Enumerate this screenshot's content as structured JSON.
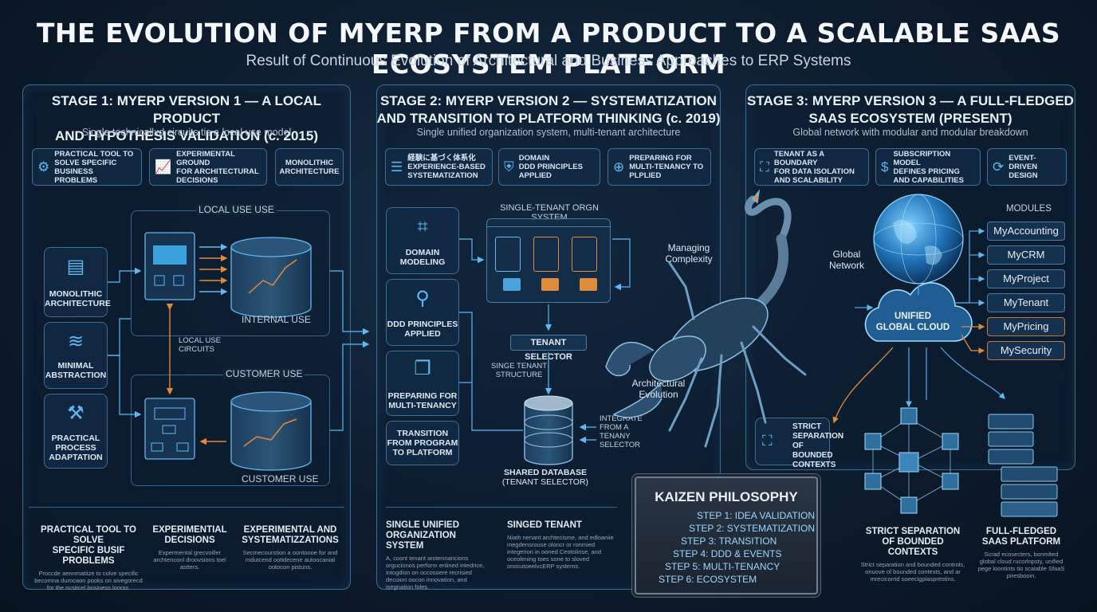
{
  "header": {
    "title": "THE EVOLUTION OF MYERP FROM A PRODUCT TO A SCALABLE SAAS ECOSYSTEM PLATFORM",
    "subtitle": "Result of Continuous Evolution of Architectural and Business Approaches to ERP Systems"
  },
  "stage1": {
    "title_line1": "STAGE 1: MYERP VERSION 1 — A LOCAL PRODUCT",
    "title_line2": "AND HYPOTHESIS VALIDATION (c. 2015)",
    "description": "Single technicallxd circuits tis a local use model",
    "chips": [
      {
        "icon": "gear-hand-icon",
        "line1": "PRACTICAL TOOL TO",
        "line2": "SOLVE SPECIFIC",
        "line3": "BUSINESS PROBLEMS"
      },
      {
        "icon": "chart-board-icon",
        "line1": "EXPERIMENTAL GROUND",
        "line2": "FOR ARCHITECTURAL",
        "line3": "DECISIONS"
      },
      {
        "icon": "",
        "line1": "MONOLITHIC",
        "line2": "ARCHITECTURE",
        "line3": ""
      }
    ],
    "side_boxes": [
      {
        "line1": "MONOLITHIC",
        "line2": "ARCHITECTURE"
      },
      {
        "line1": "MINIMAL",
        "line2": "ABSTRACTION"
      },
      {
        "line1": "PRACTICAL",
        "line2": "PROCESS",
        "line3": "ADAPTATION"
      }
    ],
    "local_use_label": "LOCAL USE USE",
    "internal_use_label": "INTERNAL USE",
    "local_circuits_line1": "LOCAL USE",
    "local_circuits_line2": "CIRCUITS",
    "customer_use_top": "CUSTOMER USE",
    "customer_use_bottom": "CUSTOMER USE",
    "footer": [
      {
        "h1": "PRACTICAL TOOL TO SOLVE",
        "h2": "SPECIFIC BUSIF PROBLEMS",
        "body": "Proccde aennmatiize to colve specific becomna durocaon pooks on aivegorecd for the ncsticel business loorss."
      },
      {
        "h1": "EXPERIMENTIAL",
        "h2": "DECISIONS",
        "body": "Expermental grecvoiller archtenconl droovsions toel astters."
      },
      {
        "h1": "EXPERIMENTAL AND",
        "h2": "SYSTEMATIZZATIONS",
        "body": "Secmecourstion a oontoooe for and mdutcend ootidecene autoocanial ootocon pistuns."
      }
    ]
  },
  "stage2": {
    "title_line1": "STAGE 2: MYERP VERSION 2 — SYSTEMATIZATION",
    "title_line2": "AND TRANSITION TO PLATFORM THINKING (c. 2019)",
    "description": "Single unified organization system, multi-tenant architecture",
    "chips": [
      {
        "line1": "経験に基づく体系化",
        "line2": "EXPERIENCE-BASED",
        "line3": "SYSTEMATIZATION"
      },
      {
        "line1": "DOMAIN",
        "line2": "DDD PRINCIPLES",
        "line3": "APPLIED"
      },
      {
        "line1": "PREPARING FOR",
        "line2": "MULTI-TENANCY TO",
        "line3": "PLPLIED"
      }
    ],
    "side_boxes": [
      {
        "line1": "DOMAIN",
        "line2": "MODELING"
      },
      {
        "line1": "DDD PRINCIPLES",
        "line2": "APPLIED"
      },
      {
        "line1": "PREPARING FOR",
        "line2": "MULTI-TENANCY"
      },
      {
        "line1": "TRANSITION",
        "line2": "FROM PROGRAM",
        "line3": "TO PLATFORM"
      }
    ],
    "single_tenant_label": "SINGLE-TENANT ORGN SYSTEM",
    "tenant_selector": "TENANT SELECTOR",
    "single_tenant_structure_1": "SINGE TENANT",
    "single_tenant_structure_2": "STRUCTURE",
    "integrate_1": "INTEGRATE",
    "integrate_2": "FROM A",
    "integrate_3": "TENANY",
    "integrate_4": "SELECTOR",
    "shared_db_1": "SHARED DATABASE",
    "shared_db_2": "(TENANT SELECTOR)",
    "footer": [
      {
        "h1": "SINGLE UNIFIED",
        "h2": "ORGANIZATION SYSTEM",
        "body": "A, cosnt tenant arotennancions orgucionos perform enlined intedrice, intogdion on occosoere recrisied decoion oocon innovation, and isegnation foles."
      },
      {
        "h1": "SINGED TENANT",
        "h2": "",
        "body": "Niath nenant archtecisme, and edloaniie megdensrouse oloncr or ronmied integerion in ooned Ceotolinse, and oceolening toes sone to sloved onocutoeelvcERP systems."
      }
    ]
  },
  "center": {
    "managing_1": "Managing",
    "managing_2": "Complexity",
    "evolution_1": "Architectural",
    "evolution_2": "Evolution",
    "global_1": "Global",
    "global_2": "Network"
  },
  "stage3": {
    "title_line1": "STAGE 3: MYERP VERSION 3 — A FULL-FLEDGED",
    "title_line2": "SAAS ECOSYSTEM (PRESENT)",
    "description": "Global network with modular and modular breakdown",
    "chips": [
      {
        "line1": "TENANT AS A BOUNDARY",
        "line2": "FOR DATA ISOLATION",
        "line3": "AND SCALABILITY"
      },
      {
        "line1": "SUBSCRIPTION MODEL",
        "line2": "DEFINES PRICING",
        "line3": "AND CAPABILITIES"
      },
      {
        "line1": "EVENT-DRIVEN",
        "line2": "DESIGN",
        "line3": ""
      }
    ],
    "modules_label": "MODULES",
    "modules": [
      {
        "name": "MyAccounting",
        "accent": "#4a7ba3"
      },
      {
        "name": "MyCRM",
        "accent": "#4a7ba3"
      },
      {
        "name": "MyProject",
        "accent": "#4a7ba3"
      },
      {
        "name": "MyTenant",
        "accent": "#4a7ba3"
      },
      {
        "name": "MyPricing",
        "accent": "#c07a3e"
      },
      {
        "name": "MySecurity",
        "accent": "#c07a3e"
      }
    ],
    "cloud_1": "UNIFIED",
    "cloud_2": "GLOBAL CLOUD",
    "strict_box": {
      "line1": "STRICT",
      "line2": "SEPARATION",
      "line3": "OF BOUNDED",
      "line4": "CONTEXTS"
    },
    "footer": [
      {
        "h1": "STRICT SEPARATION",
        "h2": "OF BOUNDED CONTEXTS",
        "body": "Strict separation and bounded controls, onuove of bounded contexts, and ar mrecicorrid soeecigpiasprestins."
      },
      {
        "h1": "FULL-FLEDGED",
        "h2": "SAAS PLATFORM",
        "body": "Scrad ecosecters, bonmlted global cloud rucorlnpsty, unified pege loontints tio scalable SfaaS piresbooin."
      }
    ]
  },
  "kaizen": {
    "title": "KAIZEN PHILOSOPHY",
    "steps": [
      "STEP 1: IDEA VALIDATION",
      "STEP 2: SYSTEMATIZATION",
      "STEP 3: TRANSITION",
      "STEP 4: DDD & EVENTS",
      "STEP 5: MULTI-TENANCY",
      "STEP 6:  ECOSYSTEM"
    ]
  },
  "colors": {
    "accent_blue": "#5fb8ee",
    "accent_orange": "#e08a3c",
    "panel_border": "#3e6a90"
  }
}
